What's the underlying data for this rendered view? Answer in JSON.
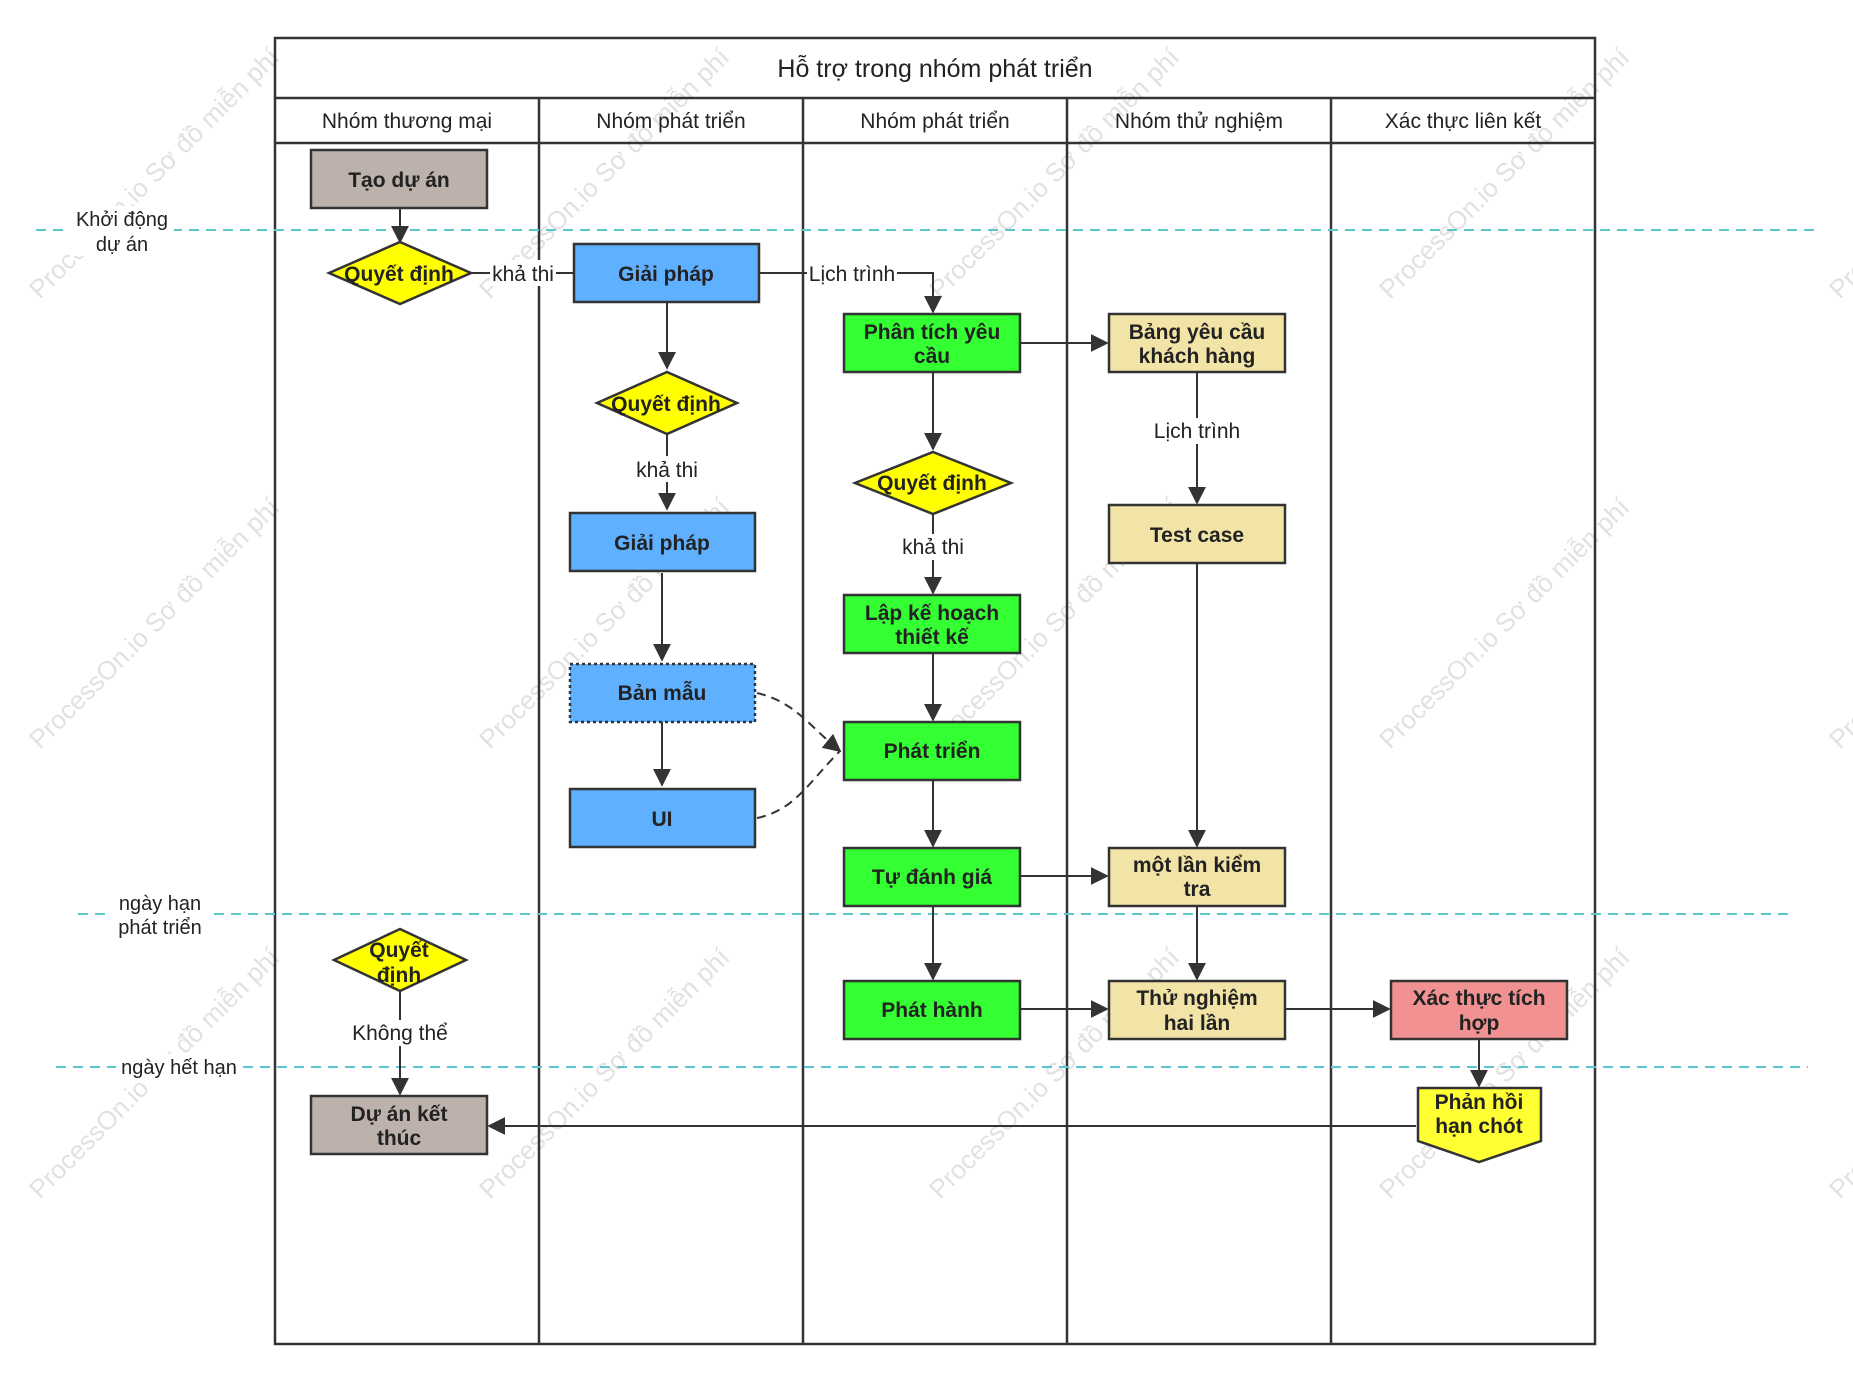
{
  "title": "Hỗ trợ trong nhóm phát triển",
  "lanes": [
    "Nhóm thương mại",
    "Nhóm phát triển",
    "Nhóm phát triển",
    "Nhóm thử nghiệm",
    "Xác thực liên kết"
  ],
  "phases": [
    {
      "id": "phase-start",
      "lines": [
        "Khởi động",
        "dự án"
      ]
    },
    {
      "id": "phase-dev-deadline",
      "lines": [
        "ngày hạn",
        "phát triển"
      ]
    },
    {
      "id": "phase-expiry",
      "lines": [
        "ngày hết hạn"
      ]
    }
  ],
  "nodes": [
    {
      "id": "create-project",
      "lines": [
        "Tạo dự án"
      ],
      "color": "#bdb1ac"
    },
    {
      "id": "decision-commerce",
      "lines": [
        "Quyết định"
      ],
      "color": "#ffff00"
    },
    {
      "id": "solution-1",
      "lines": [
        "Giải pháp"
      ],
      "color": "#5fb0ff"
    },
    {
      "id": "decision-dev-1",
      "lines": [
        "Quyết định"
      ],
      "color": "#ffff00"
    },
    {
      "id": "solution-2",
      "lines": [
        "Giải pháp"
      ],
      "color": "#5fb0ff"
    },
    {
      "id": "prototype",
      "lines": [
        "Bản mẫu"
      ],
      "color": "#5fb0ff"
    },
    {
      "id": "ui",
      "lines": [
        "UI"
      ],
      "color": "#5fb0ff"
    },
    {
      "id": "requirements-analysis",
      "lines": [
        "Phân tích yêu",
        "cầu"
      ],
      "color": "#33ff33"
    },
    {
      "id": "decision-dev-2",
      "lines": [
        "Quyết định"
      ],
      "color": "#ffff00"
    },
    {
      "id": "design-plan",
      "lines": [
        "Lập kế hoạch",
        "thiết kế"
      ],
      "color": "#33ff33"
    },
    {
      "id": "develop",
      "lines": [
        "Phát triển"
      ],
      "color": "#33ff33"
    },
    {
      "id": "self-assess",
      "lines": [
        "Tự đánh giá"
      ],
      "color": "#33ff33"
    },
    {
      "id": "release",
      "lines": [
        "Phát hành"
      ],
      "color": "#33ff33"
    },
    {
      "id": "customer-requirements",
      "lines": [
        "Bảng yêu cầu",
        "khách hàng"
      ],
      "color": "#f2e3a6"
    },
    {
      "id": "test-case",
      "lines": [
        "Test case"
      ],
      "color": "#f2e3a6"
    },
    {
      "id": "one-check",
      "lines": [
        "một lần kiểm",
        "tra"
      ],
      "color": "#f2e3a6"
    },
    {
      "id": "test-twice",
      "lines": [
        "Thử nghiệm",
        "hai lần"
      ],
      "color": "#f2e3a6"
    },
    {
      "id": "integration-verify",
      "lines": [
        "Xác thực tích",
        "hợp"
      ],
      "color": "#f19191"
    },
    {
      "id": "deadline-feedback",
      "lines": [
        "Phản hồi",
        "hạn chót"
      ],
      "color": "#ffff33"
    },
    {
      "id": "decision-commerce-2",
      "lines": [
        "Quyết",
        "định"
      ],
      "color": "#ffff00"
    },
    {
      "id": "project-end",
      "lines": [
        "Dự án kết",
        "thúc"
      ],
      "color": "#bdb1ac"
    }
  ],
  "edge_labels": [
    {
      "id": "label-feasible-1",
      "text": "khả thi"
    },
    {
      "id": "label-schedule-1",
      "text": "Lịch trình"
    },
    {
      "id": "label-feasible-2",
      "text": "khả thi"
    },
    {
      "id": "label-feasible-3",
      "text": "khả thi"
    },
    {
      "id": "label-schedule-2",
      "text": "Lịch trình"
    },
    {
      "id": "label-cannot",
      "text": "Không thể"
    }
  ],
  "watermark": "ProcessOn.io Sơ đồ miễn phí"
}
